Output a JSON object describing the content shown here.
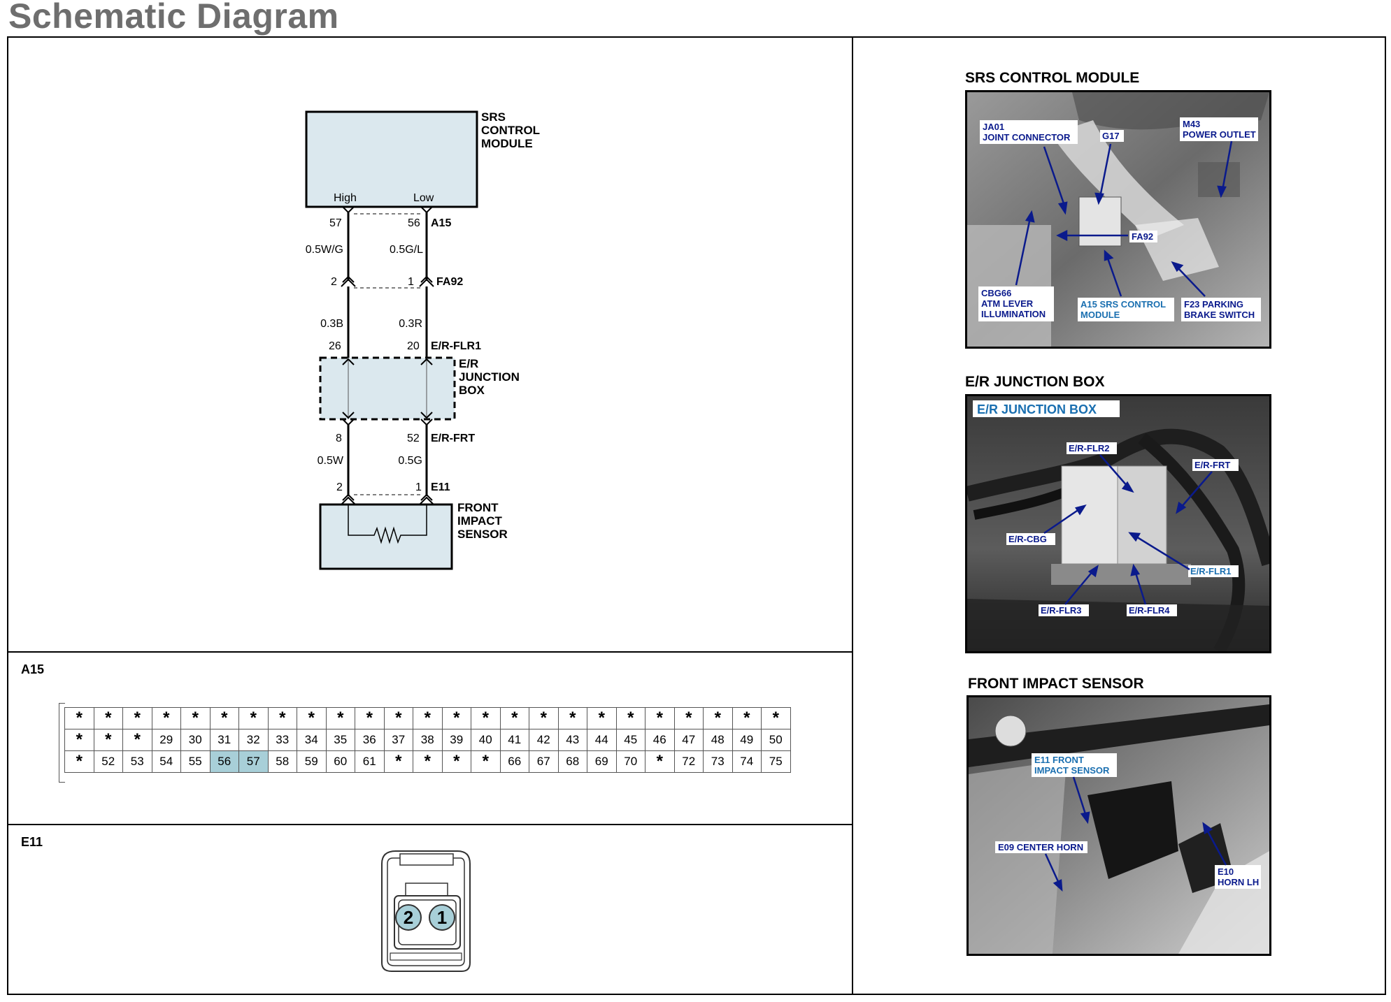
{
  "page": {
    "title": "Schematic Diagram"
  },
  "schematic": {
    "module_label": [
      "SRS",
      "CONTROL",
      "MODULE"
    ],
    "pin_high_label": "High",
    "pin_low_label": "Low",
    "a15": {
      "left_pin": "57",
      "right_pin": "56",
      "name": "A15"
    },
    "wire_upper": {
      "left": "0.5W/G",
      "right": "0.5G/L"
    },
    "fa92": {
      "left_pin": "2",
      "right_pin": "1",
      "name": "FA92"
    },
    "wire_mid": {
      "left": "0.3B",
      "right": "0.3R"
    },
    "flr1": {
      "left_pin": "26",
      "right_pin": "20",
      "name": "E/R-FLR1"
    },
    "junction_label": [
      "E/R",
      "JUNCTION",
      "BOX"
    ],
    "frt": {
      "left_pin": "8",
      "right_pin": "52",
      "name": "E/R-FRT"
    },
    "wire_lower": {
      "left": "0.5W",
      "right": "0.5G"
    },
    "e11": {
      "left_pin": "2",
      "right_pin": "1",
      "name": "E11"
    },
    "sensor_label": [
      "FRONT",
      "IMPACT",
      "SENSOR"
    ]
  },
  "a15_connector": {
    "label": "A15",
    "rows": [
      [
        "*",
        "*",
        "*",
        "*",
        "*",
        "*",
        "*",
        "*",
        "*",
        "*",
        "*",
        "*",
        "*",
        "*",
        "*",
        "*",
        "*",
        "*",
        "*",
        "*",
        "*",
        "*",
        "*",
        "*",
        "*"
      ],
      [
        "*",
        "*",
        "*",
        "29",
        "30",
        "31",
        "32",
        "33",
        "34",
        "35",
        "36",
        "37",
        "38",
        "39",
        "40",
        "41",
        "42",
        "43",
        "44",
        "45",
        "46",
        "47",
        "48",
        "49",
        "50"
      ],
      [
        "*",
        "52",
        "53",
        "54",
        "55",
        "56",
        "57",
        "58",
        "59",
        "60",
        "61",
        "*",
        "*",
        "*",
        "*",
        "66",
        "67",
        "68",
        "69",
        "70",
        "*",
        "72",
        "73",
        "74",
        "75"
      ]
    ],
    "highlighted": [
      "56",
      "57"
    ]
  },
  "e11_connector": {
    "label": "E11",
    "pin_left": "2",
    "pin_right": "1"
  },
  "photos": [
    {
      "title": "SRS CONTROL MODULE",
      "callouts": {
        "ja01": [
          "JA01",
          "JOINT CONNECTOR"
        ],
        "g17": [
          "G17"
        ],
        "m43": [
          "M43",
          "POWER OUTLET"
        ],
        "fa92": [
          "FA92"
        ],
        "cbg66": [
          "CBG66",
          "ATM LEVER",
          "ILLUMINATION"
        ],
        "a15": [
          "A15 SRS CONTROL",
          "MODULE"
        ],
        "f23": [
          "F23 PARKING",
          "BRAKE SWITCH"
        ]
      }
    },
    {
      "title": "E/R JUNCTION BOX",
      "banner": "E/R JUNCTION BOX",
      "callouts": {
        "flr2": [
          "E/R-FLR2"
        ],
        "frt": [
          "E/R-FRT"
        ],
        "cbg": [
          "E/R-CBG"
        ],
        "flr1": [
          "E/R-FLR1"
        ],
        "flr3": [
          "E/R-FLR3"
        ],
        "flr4": [
          "E/R-FLR4"
        ]
      }
    },
    {
      "title": "FRONT IMPACT SENSOR",
      "callouts": {
        "e11": [
          "E11 FRONT",
          "IMPACT SENSOR"
        ],
        "e09": [
          "E09 CENTER HORN"
        ],
        "e10": [
          "E10",
          "HORN LH"
        ]
      }
    }
  ],
  "colors": {
    "callout_text": "#0a1a8c",
    "callout_text_cyan": "#1a6fb0",
    "box_fill": "#dbe8ee",
    "highlight": "#a8cfd8"
  }
}
